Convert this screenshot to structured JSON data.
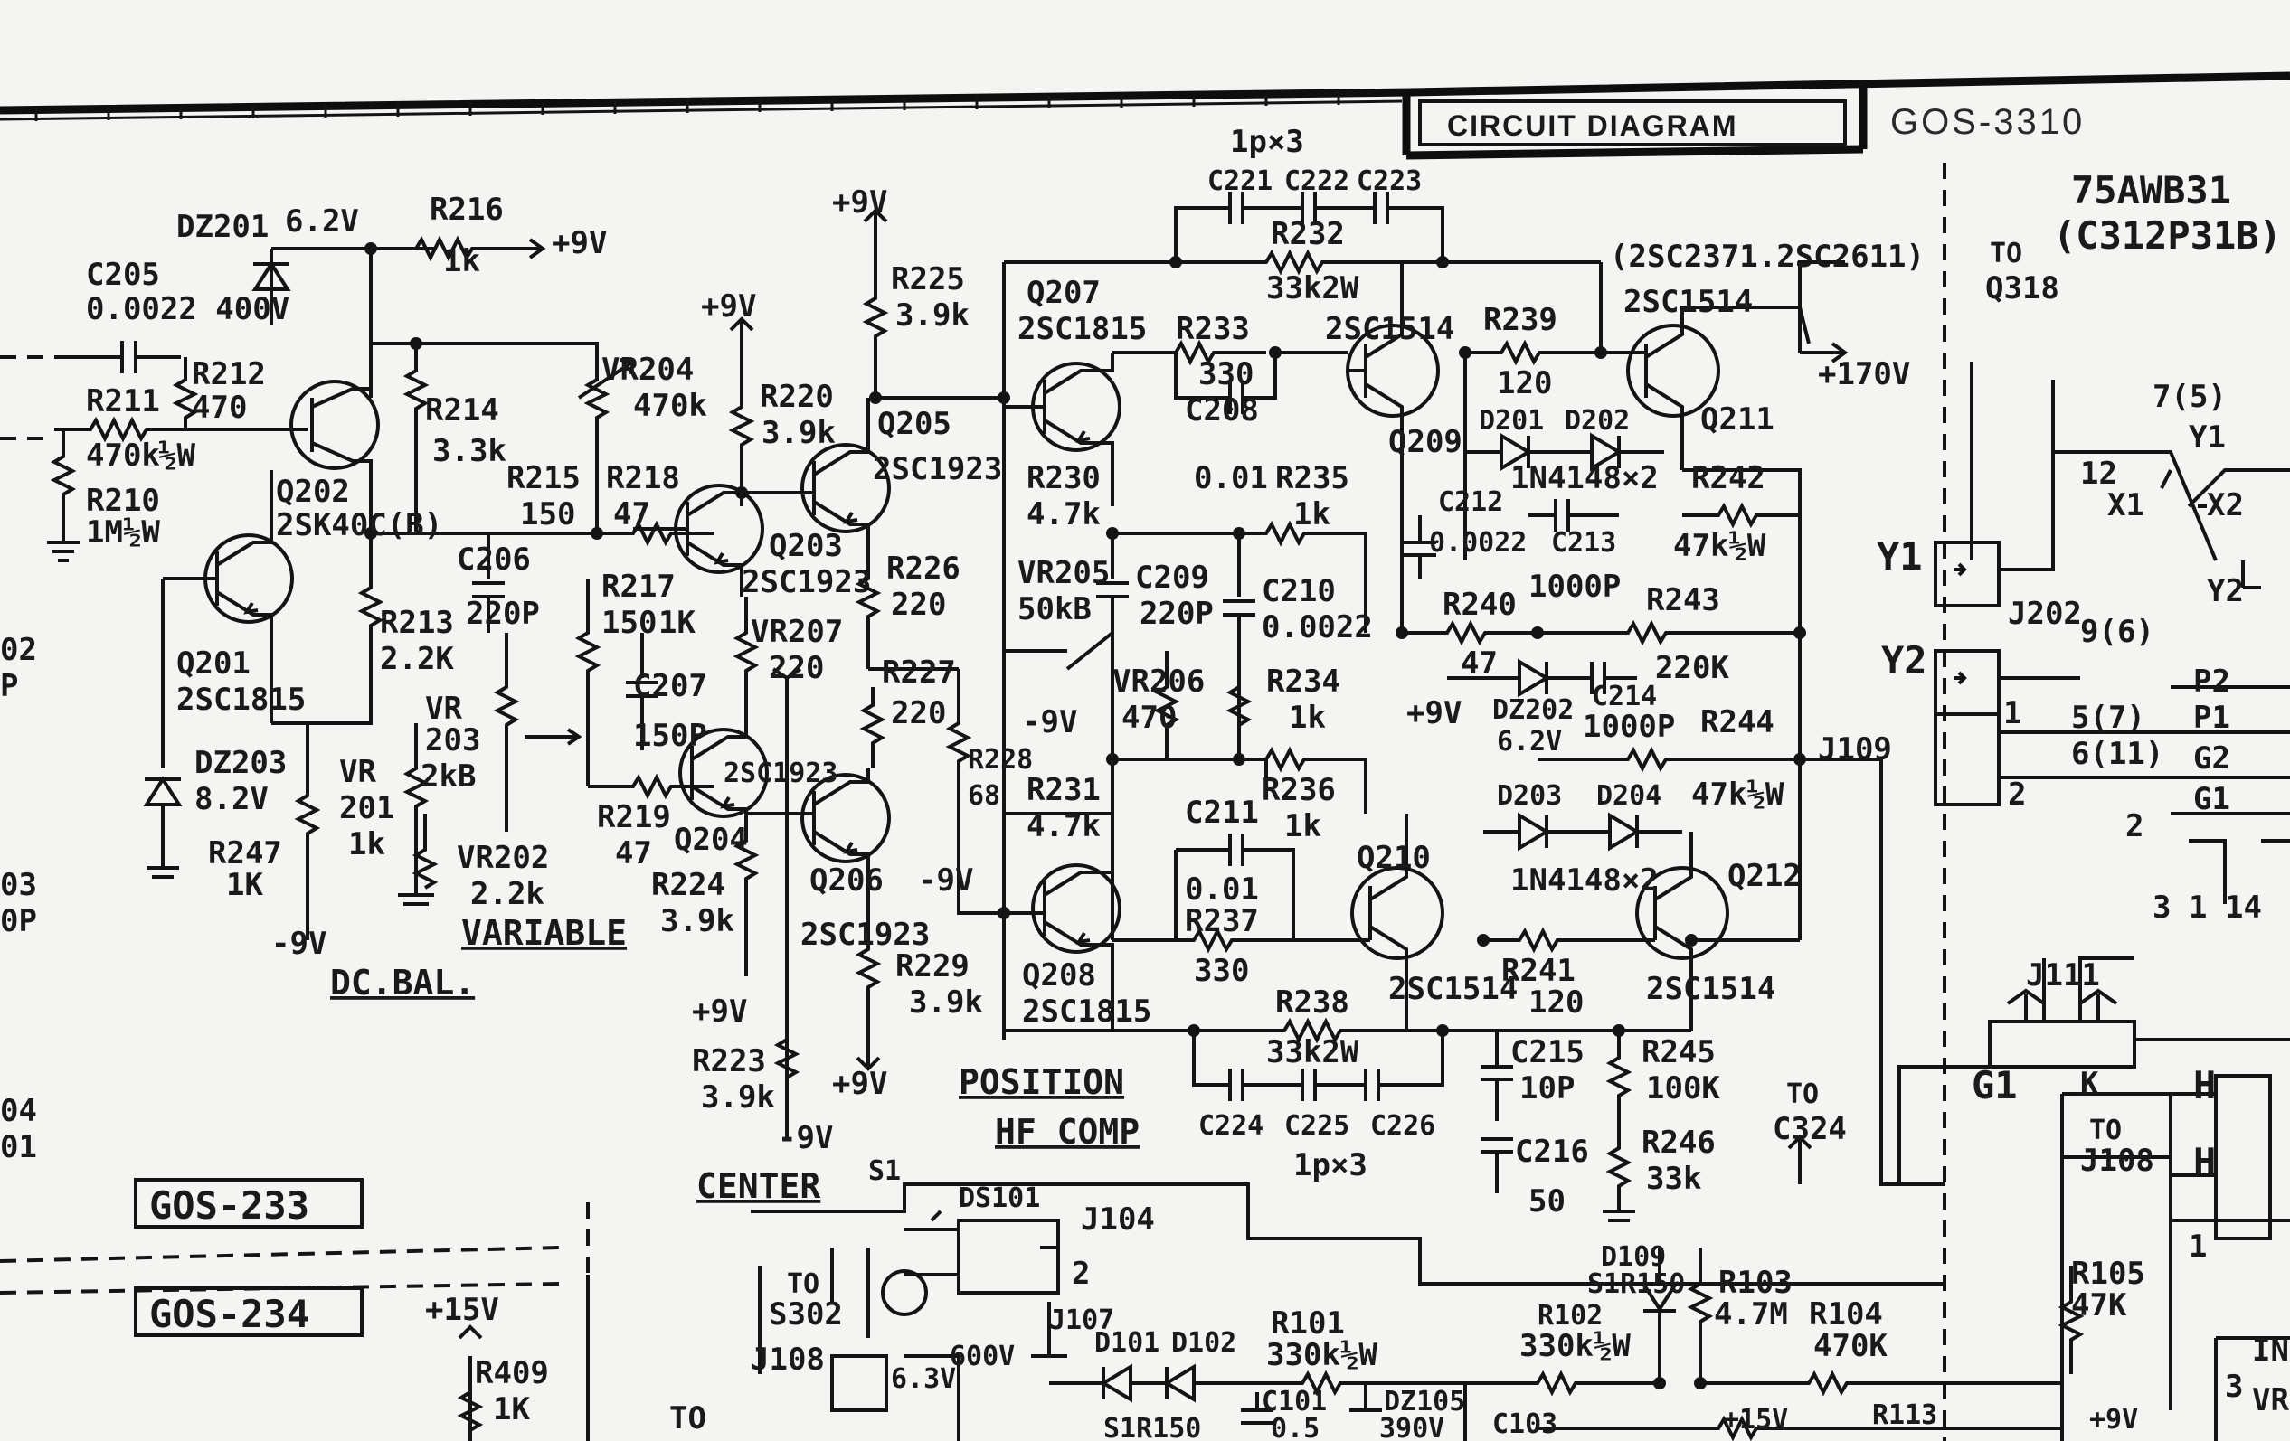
{
  "header": {
    "title": "CIRCUIT DIAGRAM",
    "model": "GOS-3310"
  },
  "crt": {
    "type": "75AWB31",
    "alt": "(C312P31B)",
    "to_q318_a": "TO",
    "to_q318_b": "Q318",
    "pins": [
      "7(5)",
      "Y1",
      "12",
      "X1",
      "X2",
      "Y2",
      "9(6)",
      "P2",
      "P1",
      "G2",
      "G1",
      "5(7)",
      "6(11)",
      "2",
      "3",
      "1",
      "14"
    ],
    "y1": "Y1",
    "y2": "Y2",
    "j202": "J202",
    "j109": "J109",
    "j111": "J111",
    "g1": "G1",
    "k": "K",
    "h1": "H",
    "h2": "H",
    "to_j108_a": "TO",
    "to_j108_b": "J108",
    "r105": "R105",
    "r105v": "47K",
    "j1_1": "1",
    "j1_2": "2",
    "j1_3": "1",
    "plus170": "+170V",
    "in": "IN",
    "vr": "VR",
    "num3": "3"
  },
  "left_stage": {
    "dz201": "DZ201",
    "dz201v": "6.2V",
    "r216": "R216",
    "r216v": "1k",
    "p9v_a": "+9V",
    "c205": "C205",
    "c205v": "0.0022 400V",
    "r211": "R211",
    "r211v": "470k",
    "r212": "R212",
    "r212v": "470",
    "half_w": "½W",
    "r210": "R210",
    "r210v": "1M½W",
    "q202": "Q202",
    "q202t": "2SK40C(B)",
    "r214": "R214",
    "r214v": "3.3k",
    "q201": "Q201",
    "q201t": "2SC1815",
    "r213": "R213",
    "r213v": "2.2K",
    "c206": "C206",
    "c206v": "220P",
    "vr203": "VR",
    "vr203b": "203",
    "vr203v": "2kB",
    "vr201": "VR",
    "vr201b": "201",
    "vr201v": "1k",
    "vr202": "VR202",
    "vr202v": "2.2k",
    "dz203": "DZ203",
    "dz203v": "8.2V",
    "r247": "R247",
    "r247v": "1K",
    "m9v_a": "-9V",
    "dcbal": "DC.BAL.",
    "variable": "VARIABLE",
    "frag_02": "02",
    "frag_p": "P",
    "frag_03": "03",
    "frag_0p": "0P",
    "frag_04": "04",
    "frag_01": "01"
  },
  "mid_stage": {
    "vr204": "VR204",
    "vr204v": "470k",
    "p9v_b": "+9V",
    "r215": "R215",
    "r215v": "150",
    "r218": "R218",
    "r218v": "47",
    "r217": "R217",
    "r217v": "150",
    "r217k": "1K",
    "c207": "C207",
    "c207v": "150P",
    "r219": "R219",
    "r219v": "47",
    "r220": "R220",
    "r220v": "3.9k",
    "q203": "Q203",
    "q203t": "2SC1923",
    "q205": "Q205",
    "q205t": "2SC1923",
    "q204": "Q204",
    "q204t": "2SC1923",
    "q206": "Q206",
    "q206t": "2SC1923",
    "vr207": "VR207",
    "vr207v": "220",
    "r224": "R224",
    "r224v": "3.9k",
    "r225": "R225",
    "r225v": "3.9k",
    "p9v_c": "+9V",
    "r226": "R226",
    "r226v": "220",
    "r227": "R227",
    "r227v": "220",
    "r228": "R228",
    "r228v": "68",
    "r229": "R229",
    "r229v": "3.9k",
    "r223": "R223",
    "r223v": "3.9k",
    "p9v_d": "+9V",
    "p9v_e": "+9V",
    "m9v_b": "-9V",
    "m9v_c": "-9V",
    "position": "POSITION",
    "center": "CENTER",
    "hfcomp": "HF COMP"
  },
  "out_stage": {
    "cap_triple_top": "1p×3",
    "c221": "C221",
    "c222": "C222",
    "c223": "C223",
    "r232": "R232",
    "r232v": "33k2W",
    "q207": "Q207",
    "q207t": "2SC1815",
    "r233": "R233",
    "r233v": "330",
    "c208": "C208",
    "c208v": "0.01",
    "r230": "R230",
    "r230v": "4.7k",
    "r235": "R235",
    "r235v": "1k",
    "vr205": "VR205",
    "vr205v": "50kB",
    "c209": "C209",
    "c209v": "220P",
    "c210": "C210",
    "c210v": "0.0022",
    "vr206": "VR206",
    "vr206v": "470",
    "r234": "R234",
    "r234v": "1k",
    "m9v_d": "-9V",
    "r231": "R231",
    "r231v": "4.7k",
    "c211": "C211",
    "c211v": "0.01",
    "r236": "R236",
    "r236v": "1k",
    "r237": "R237",
    "r237v": "330",
    "q208": "Q208",
    "q208t": "2SC1815",
    "r238": "R238",
    "r238v": "33k2W",
    "cap_triple_bot": "1p×3",
    "c224": "C224",
    "c225": "C225",
    "c226": "C226",
    "q209": "Q209",
    "q209t": "2SC1514",
    "q210": "Q210",
    "q210t": "2SC1514",
    "q211": "Q211",
    "q211t": "2SC1514",
    "q211alt": "(2SC2371.2SC2611)",
    "q212": "Q212",
    "q212t": "2SC1514",
    "r239": "R239",
    "r239v": "120",
    "d201": "D201",
    "d202": "D202",
    "d201t": "1N4148×2",
    "c212": "C212",
    "c212v": "0.0022",
    "c213": "C213",
    "c213v": "1000P",
    "r242": "R242",
    "r242v": "47k½W",
    "r240": "R240",
    "r240v": "47",
    "r243": "R243",
    "r243v": "220K",
    "dz202": "DZ202",
    "dz202v": "6.2V",
    "c214": "C214",
    "c214v": "1000P",
    "p9v_f": "+9V",
    "r244": "R244",
    "r244v": "47k½W",
    "d203": "D203",
    "d204": "D204",
    "d203t": "1N4148×2",
    "r241": "R241",
    "r241v": "120",
    "c215": "C215",
    "c215v": "10P",
    "c216": "C216",
    "c216v": "50",
    "r245": "R245",
    "r245v": "100K",
    "r246": "R246",
    "r246v": "33k",
    "to_c324_a": "TO",
    "to_c324_b": "C324"
  },
  "bottom": {
    "gos233": "GOS-233",
    "gos234": "GOS-234",
    "p15v": "+15V",
    "r409": "R409",
    "r409v": "1K",
    "to": "TO",
    "s1": "S1",
    "ds101": "DS101",
    "j104": "J104",
    "to_s302_a": "TO",
    "to_s302_b": "S302",
    "j107": "J107",
    "j108": "J108",
    "v63": "6.3V",
    "v600": "600V",
    "d101": "D101",
    "d102": "D102",
    "s1r150": "S1R150",
    "r101": "R101",
    "r101v": "330k½W",
    "c101": "C101",
    "c101v": "0.5",
    "dz105": "DZ105",
    "dz105v": "390V",
    "c103": "C103",
    "d109": "D109",
    "d109t": "S1R150",
    "r102": "R102",
    "r102v": "330k½W",
    "r103": "R103",
    "r103v": "4.7M",
    "r104": "R104",
    "r104v": "470K",
    "p15v_b": "+15V",
    "r113": "R113",
    "p9v_g": "+9V",
    "num2": "2"
  }
}
